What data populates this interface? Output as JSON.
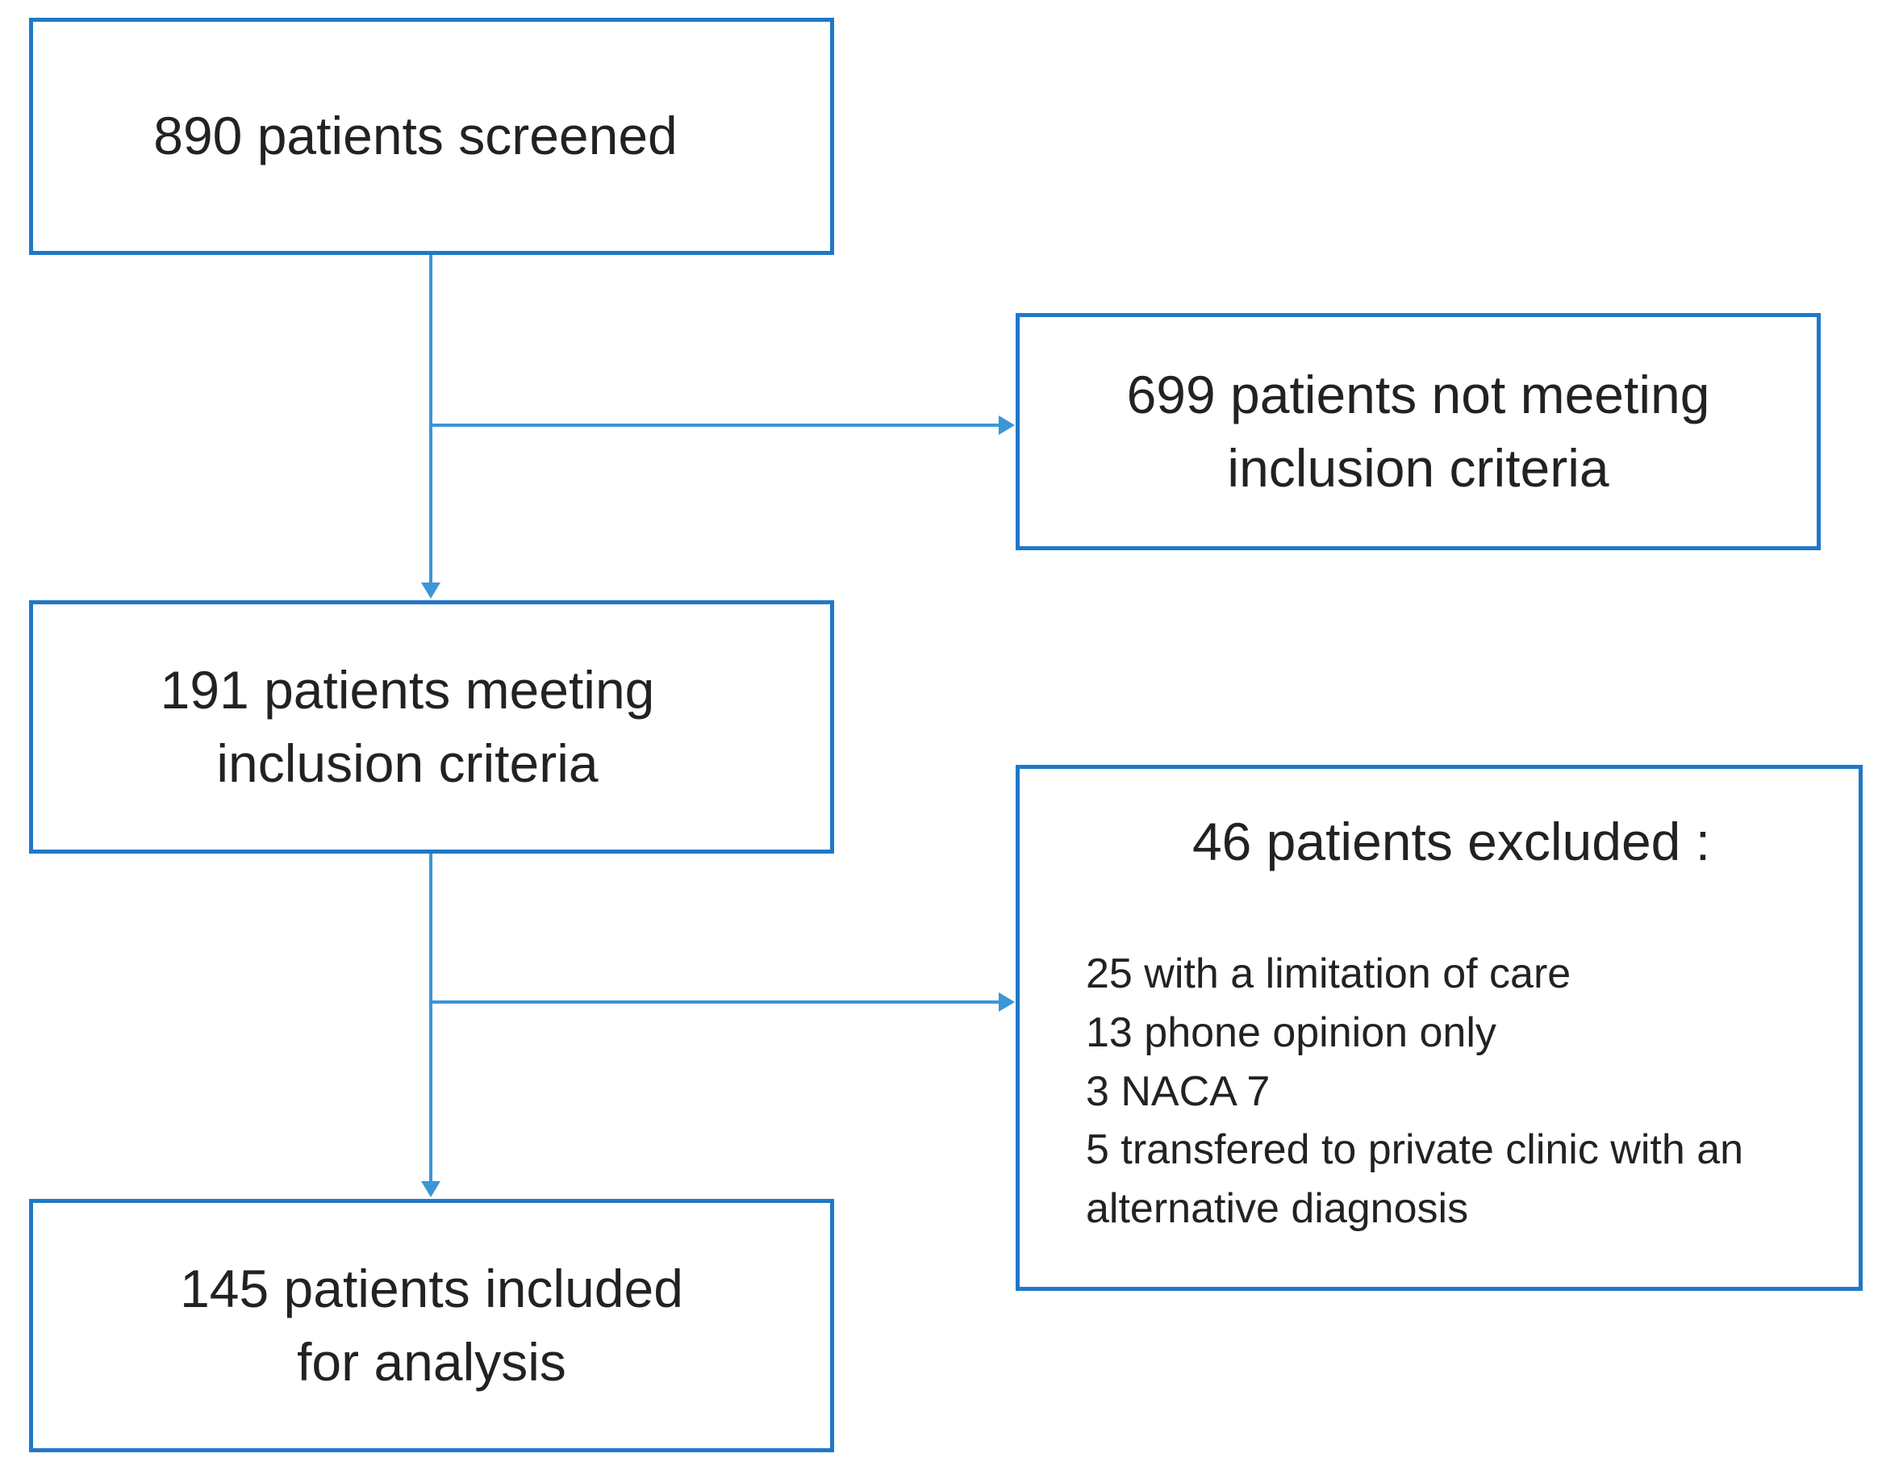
{
  "colors": {
    "border": "#1f78c8",
    "arrow": "#3a97d6",
    "text": "#222222"
  },
  "boxes": {
    "screened": {
      "lines": [
        "890 patients screened"
      ]
    },
    "not_meeting": {
      "lines": [
        "699 patients not meeting",
        "inclusion criteria"
      ]
    },
    "meeting": {
      "lines": [
        "191 patients meeting",
        "inclusion criteria"
      ]
    },
    "excluded": {
      "title": "46 patients excluded :",
      "items": [
        "25 with a limitation  of care",
        "13 phone opinion only",
        "3 NACA 7",
        "5 transfered to private clinic with an",
        "alternative diagnosis"
      ]
    },
    "included": {
      "lines": [
        "145 patients included",
        "for analysis"
      ]
    }
  }
}
